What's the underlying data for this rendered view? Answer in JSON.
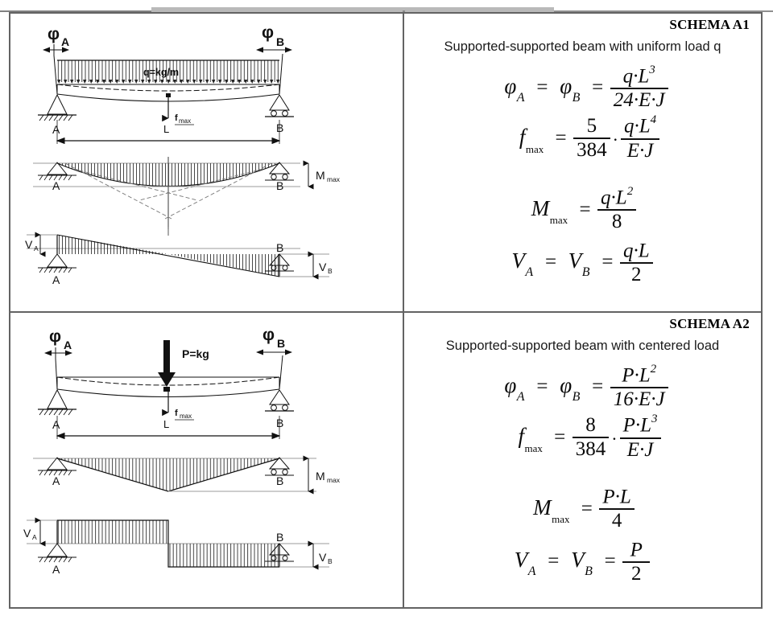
{
  "document": {
    "type": "engineering-reference-table",
    "title_font_color": "#000000",
    "border_color": "#636363"
  },
  "rows": [
    {
      "id": "A1",
      "schema_label": "SCHEMA A1",
      "description": "Supported-supported beam with uniform load q",
      "diagram": {
        "load_label": "q=kg/m",
        "angle_a": "φ",
        "angle_a_sub": "A",
        "angle_b": "φ",
        "angle_b_sub": "B",
        "deflection_label": "f",
        "deflection_sub": "max",
        "span_label": "L",
        "support_a_label": "A",
        "support_b_label": "B",
        "moment_label": "M",
        "moment_sub": "max",
        "shear_a_label": "V",
        "shear_a_sub": "A",
        "shear_b_label": "V",
        "shear_b_sub": "B",
        "moment_shape": "parabola",
        "shear_shape": "linear-descending"
      },
      "formulas": [
        {
          "lhs": "φ",
          "lhs_sub": "A",
          "lhs2": "φ",
          "lhs2_sub": "B",
          "numerator": "q·L",
          "numerator_exp": "3",
          "denominator": "24·E·J"
        },
        {
          "lhs": "f",
          "lhs_sub": "max",
          "coef_num": "5",
          "coef_den": "384",
          "numerator": "q·L",
          "numerator_exp": "4",
          "denominator": "E·J"
        },
        {
          "lhs": "M",
          "lhs_sub": "max",
          "numerator": "q·L",
          "numerator_exp": "2",
          "denominator": "8"
        },
        {
          "lhs": "V",
          "lhs_sub": "A",
          "lhs2": "V",
          "lhs2_sub": "B",
          "numerator": "q·L",
          "numerator_exp": "",
          "denominator": "2"
        }
      ]
    },
    {
      "id": "A2",
      "schema_label": "SCHEMA A2",
      "description": "Supported-supported beam with centered load",
      "diagram": {
        "load_label": "P=kg",
        "angle_a": "φ",
        "angle_a_sub": "A",
        "angle_b": "φ",
        "angle_b_sub": "B",
        "deflection_label": "f",
        "deflection_sub": "max",
        "span_label": "L",
        "support_a_label": "A",
        "support_b_label": "B",
        "moment_label": "M",
        "moment_sub": "max",
        "shear_a_label": "V",
        "shear_a_sub": "A",
        "shear_b_label": "V",
        "shear_b_sub": "B",
        "moment_shape": "triangle",
        "shear_shape": "step"
      },
      "formulas": [
        {
          "lhs": "φ",
          "lhs_sub": "A",
          "lhs2": "φ",
          "lhs2_sub": "B",
          "numerator": "P·L",
          "numerator_exp": "2",
          "denominator": "16·E·J"
        },
        {
          "lhs": "f",
          "lhs_sub": "max",
          "coef_num": "8",
          "coef_den": "384",
          "numerator": "P·L",
          "numerator_exp": "3",
          "denominator": "E·J"
        },
        {
          "lhs": "M",
          "lhs_sub": "max",
          "numerator": "P·L",
          "numerator_exp": "",
          "denominator": "4"
        },
        {
          "lhs": "V",
          "lhs_sub": "A",
          "lhs2": "V",
          "lhs2_sub": "B",
          "numerator": "P",
          "numerator_exp": "",
          "denominator": "2"
        }
      ]
    }
  ]
}
